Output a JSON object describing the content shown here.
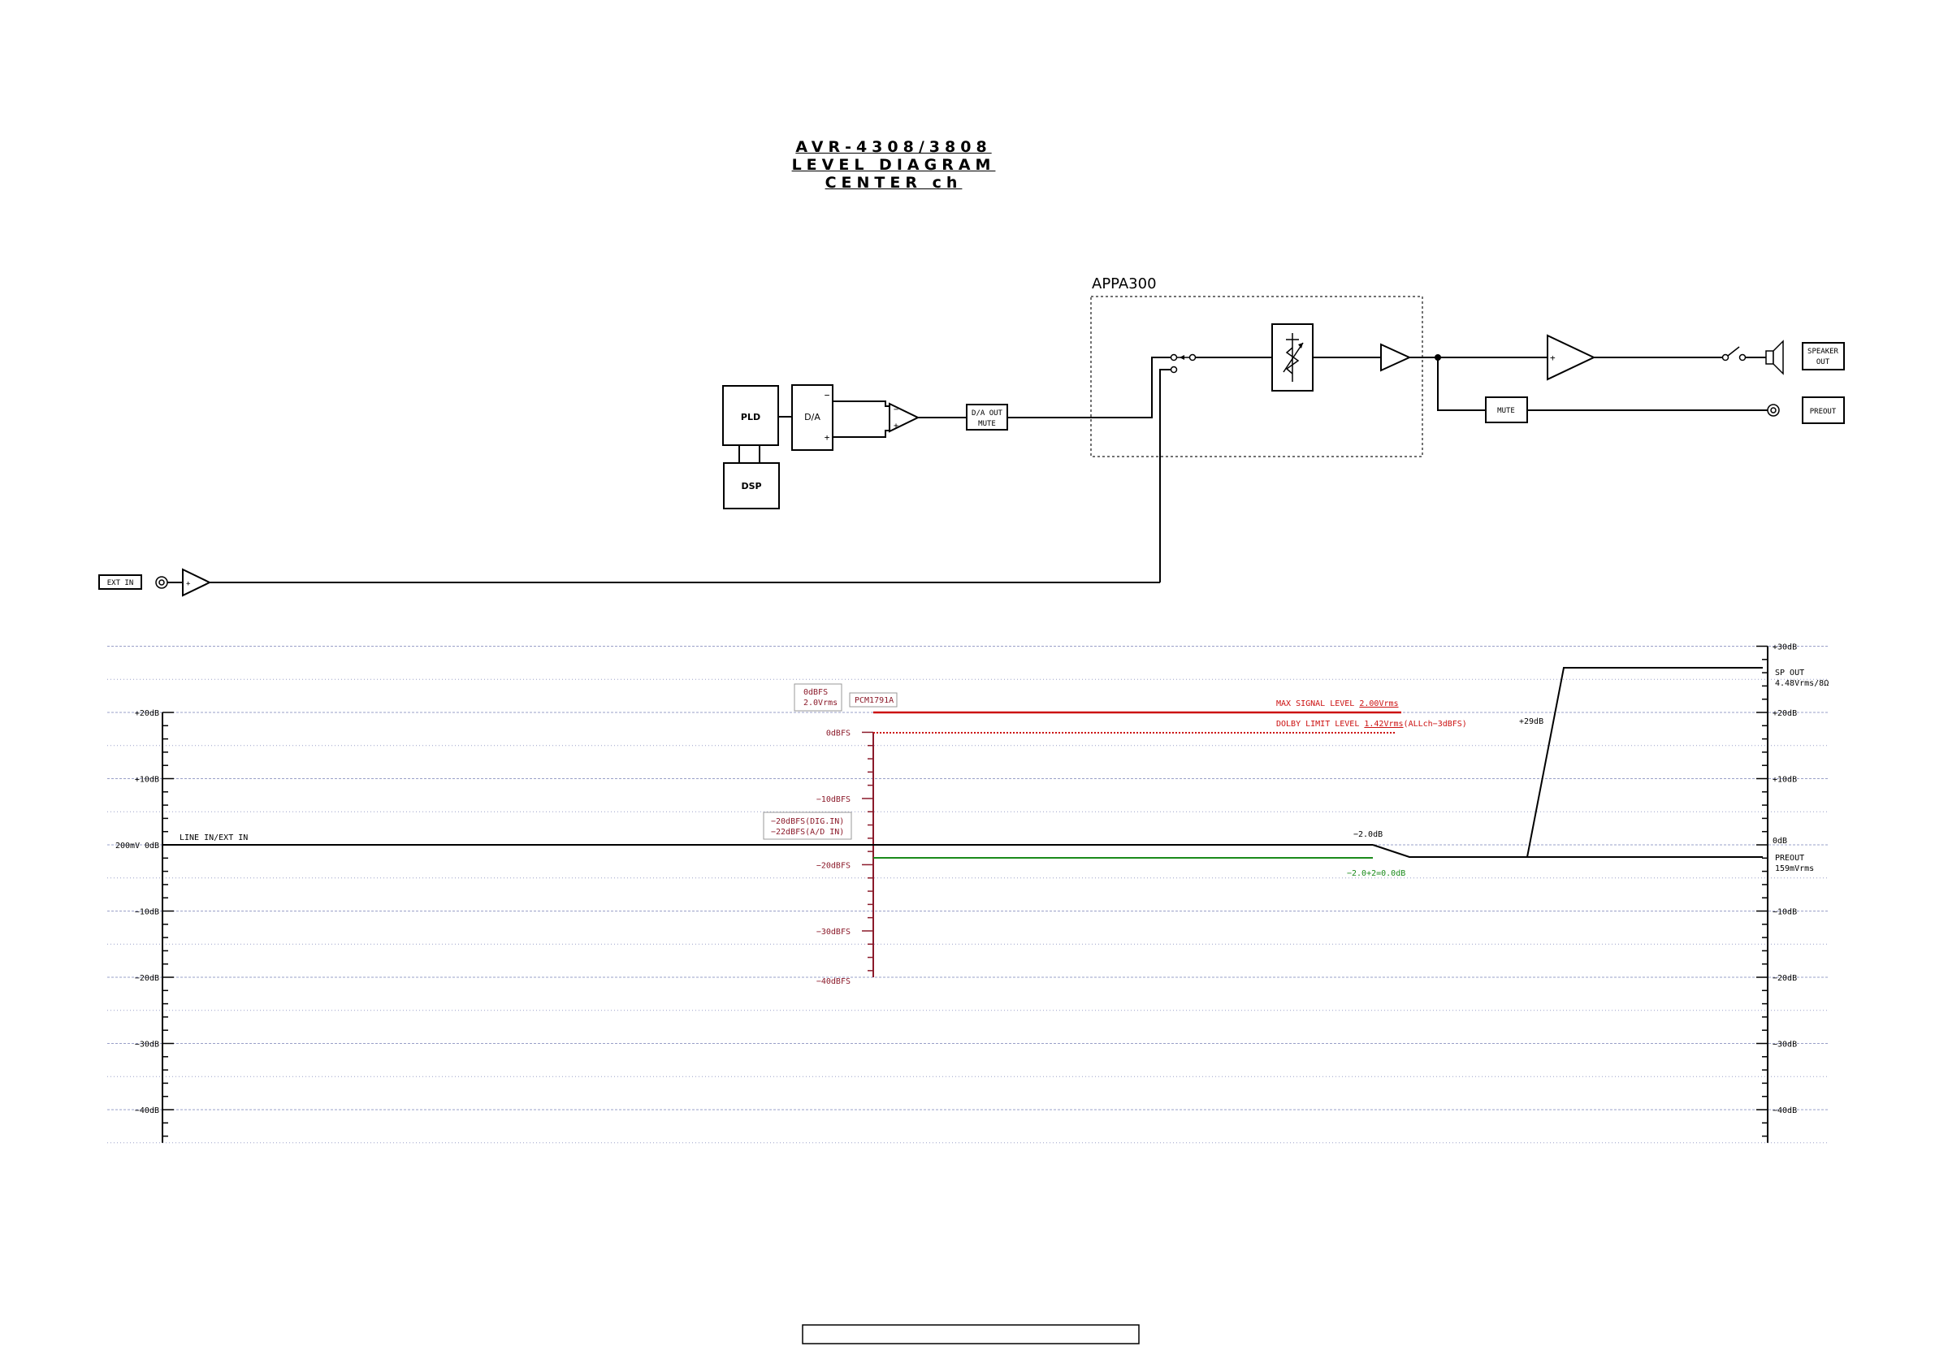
{
  "title": {
    "line1": "AVR-4308/3808",
    "line2": "LEVEL DIAGRAM",
    "line3": "CENTER ch"
  },
  "blocks": {
    "appa": "APPA300",
    "pld": "PLD",
    "dsp": "DSP",
    "da": "D/A",
    "da_out_mute_1": "D/A OUT",
    "da_out_mute_2": "MUTE",
    "mute": "MUTE",
    "speaker_out_1": "SPEAKER",
    "speaker_out_2": "OUT",
    "preout": "PREOUT",
    "ext_in": "EXT IN",
    "opamp_minus": "−",
    "opamp_plus": "+",
    "da_minus": "−",
    "da_plus": "+",
    "amp_plus": "+"
  },
  "scale_left": [
    "+20dB",
    "+10dB",
    "0dB",
    "−10dB",
    "−20dB",
    "−30dB",
    "−40dB"
  ],
  "scale_right": [
    "+30dB",
    "+20dB",
    "+10dB",
    "0dB",
    "−10dB",
    "−20dB",
    "−30dB",
    "−40dB"
  ],
  "scale_dbfs": [
    "0dBFS",
    "−10dBFS",
    "−20dBFS",
    "−30dBFS",
    "−40dBFS"
  ],
  "annotations": {
    "ref_200mv": "200mV",
    "line_in": "LINE IN/EXT IN",
    "odbfs_box_1": "0dBFS",
    "odbfs_box_2": "2.0Vrms",
    "pcm": "PCM1791A",
    "max_signal_prefix": "MAX SIGNAL LEVEL ",
    "max_signal_value": "2.00Vrms",
    "dolby_prefix": "DOLBY LIMIT LEVEL ",
    "dolby_value": "1.42Vrms",
    "dolby_suffix": "(ALLch−3dBFS)",
    "dig_in_1": "−20dBFS(DIG.IN)",
    "dig_in_2": "−22dBFS(A/D IN)",
    "minus2db": "−2.0dB",
    "green_calc": "−2.0+2=0.0dB",
    "plus29db": "+29dB",
    "sp_out_1": "SP OUT",
    "sp_out_2": "4.48Vrms/8Ω",
    "preout_1": "PREOUT",
    "preout_2": "159mVrms"
  },
  "colors": {
    "red": "#cc1111",
    "dark_red": "#8b1a2a",
    "green": "#1a8a1a",
    "grid": "#9aa0c8",
    "black": "#000000"
  }
}
